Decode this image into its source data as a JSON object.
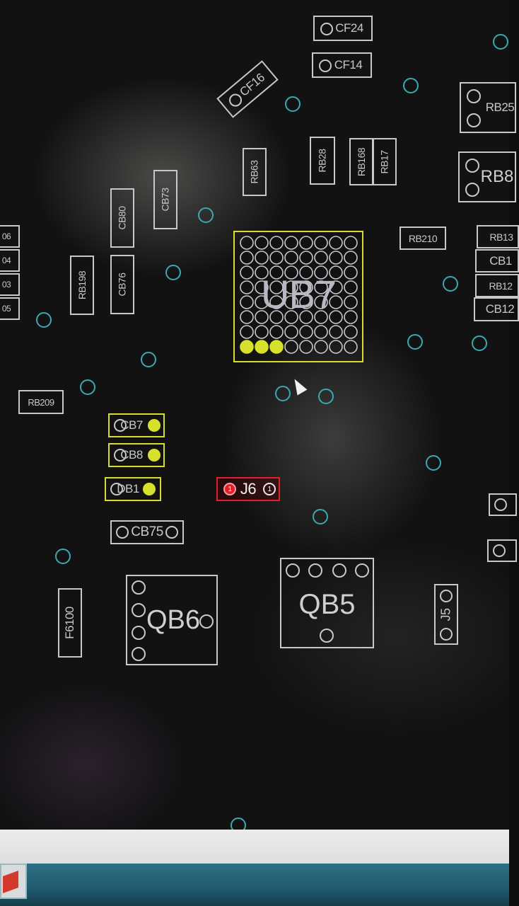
{
  "components": {
    "ub7": "UB7",
    "qb5": "QB5",
    "qb6": "QB6",
    "j6": "J6",
    "j5": "J5",
    "cf24": "CF24",
    "cf14": "CF14",
    "cf16": "CF16",
    "rb25": "RB25",
    "rb8": "RB8",
    "rb210": "RB210",
    "rb209": "RB209",
    "rb198": "RB198",
    "cb7": "CB7",
    "cb8": "CB8",
    "db1": "DB1",
    "cb75": "CB75",
    "f6100": "F6100",
    "cb73": "CB73",
    "cb80": "CB80",
    "cb76": "CB76",
    "rb63": "RB63",
    "rb28": "RB28",
    "rb168": "RB168",
    "rb17": "RB17",
    "right_rb13": "RB13",
    "right_cb1": "CB1",
    "right_rb12": "RB12",
    "right_cb12": "CB12",
    "left_06": "06",
    "left_04": "04",
    "left_03": "03",
    "left_05": "05"
  },
  "pin_markers": {
    "j6_left": "1",
    "j6_right": "1"
  },
  "colors": {
    "outline": "#c8c8cc",
    "highlight_yellow": "#d6dd2a",
    "highlight_red": "#e0202a",
    "via": "#3aa9b0"
  }
}
